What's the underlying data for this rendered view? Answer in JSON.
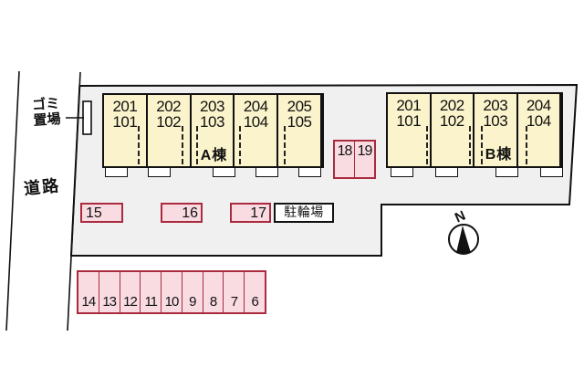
{
  "site": {
    "road_label": "道路",
    "garbage_label": {
      "line1": "ゴミ",
      "line2": "置場"
    },
    "bicycle_parking_label": "駐輪場",
    "compass_label": "N"
  },
  "building_a": {
    "name": "A棟",
    "units": [
      {
        "upper": "201",
        "lower": "101"
      },
      {
        "upper": "202",
        "lower": "102"
      },
      {
        "upper": "203",
        "lower": "103"
      },
      {
        "upper": "204",
        "lower": "104"
      },
      {
        "upper": "205",
        "lower": "105"
      }
    ]
  },
  "building_b": {
    "name": "B棟",
    "units": [
      {
        "upper": "201",
        "lower": "101"
      },
      {
        "upper": "202",
        "lower": "102"
      },
      {
        "upper": "203",
        "lower": "103"
      },
      {
        "upper": "204",
        "lower": "104"
      }
    ]
  },
  "parking": {
    "singles": [
      "15",
      "16",
      "17"
    ],
    "pair": [
      "18",
      "19"
    ],
    "bottom_row": [
      "14",
      "13",
      "12",
      "11",
      "10",
      "9",
      "8",
      "7",
      "6"
    ]
  },
  "colors": {
    "site_fill": "#f0f0f0",
    "building_fill": "#faf3cb",
    "stall_fill": "#f9dbe2",
    "stall_border": "#aa2b40",
    "outline": "#111111"
  }
}
